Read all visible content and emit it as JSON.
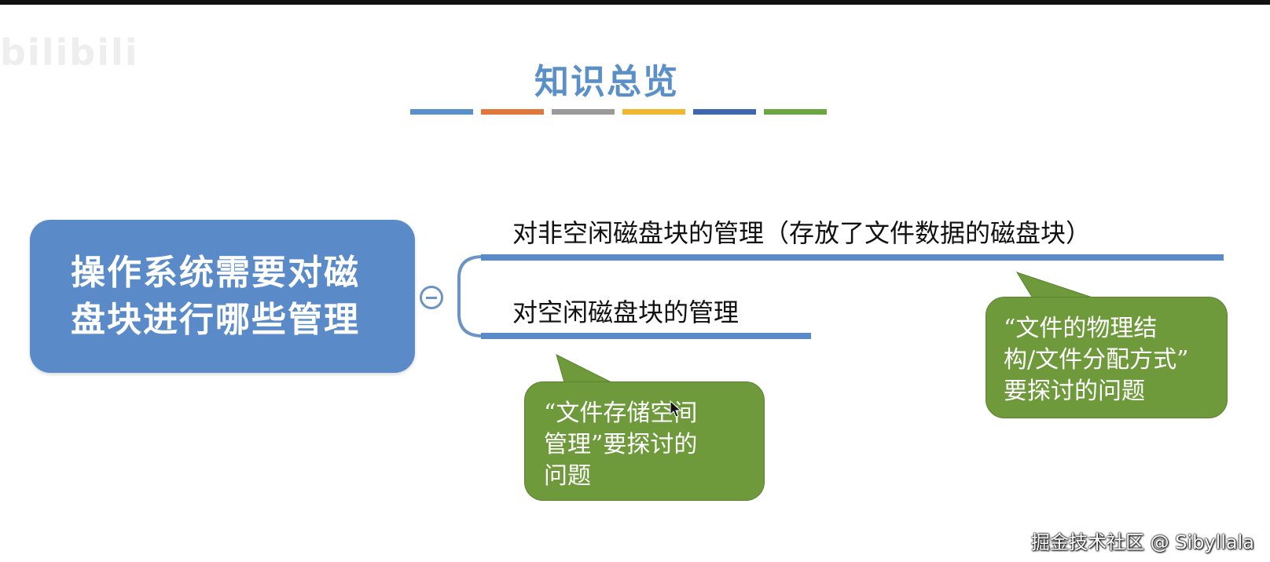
{
  "watermark_logo": "bilibili",
  "title": "知识总览",
  "title_bar_colors": [
    "#5b8fc9",
    "#e0773d",
    "#9a9a9a",
    "#f2b731",
    "#3f67b0",
    "#6aa642"
  ],
  "root": {
    "line1": "操作系统需要对磁",
    "line2": "盘块进行哪些管理"
  },
  "branches": [
    {
      "label": "对非空闲磁盘块的管理（存放了文件数据的磁盘块）"
    },
    {
      "label": "对空闲磁盘块的管理"
    }
  ],
  "callouts": [
    {
      "lines": [
        "“文件存储空间",
        "管理”要探讨的",
        "问题"
      ]
    },
    {
      "lines": [
        "“文件的物理结",
        "构/文件分配方式”",
        "要探讨的问题"
      ]
    }
  ],
  "footer": "掘金技术社区 @ Sibyllala",
  "colors": {
    "accent_blue": "#5a8bc8",
    "callout_green": "#6e9a3c",
    "title_blue": "#5a8fc7"
  }
}
